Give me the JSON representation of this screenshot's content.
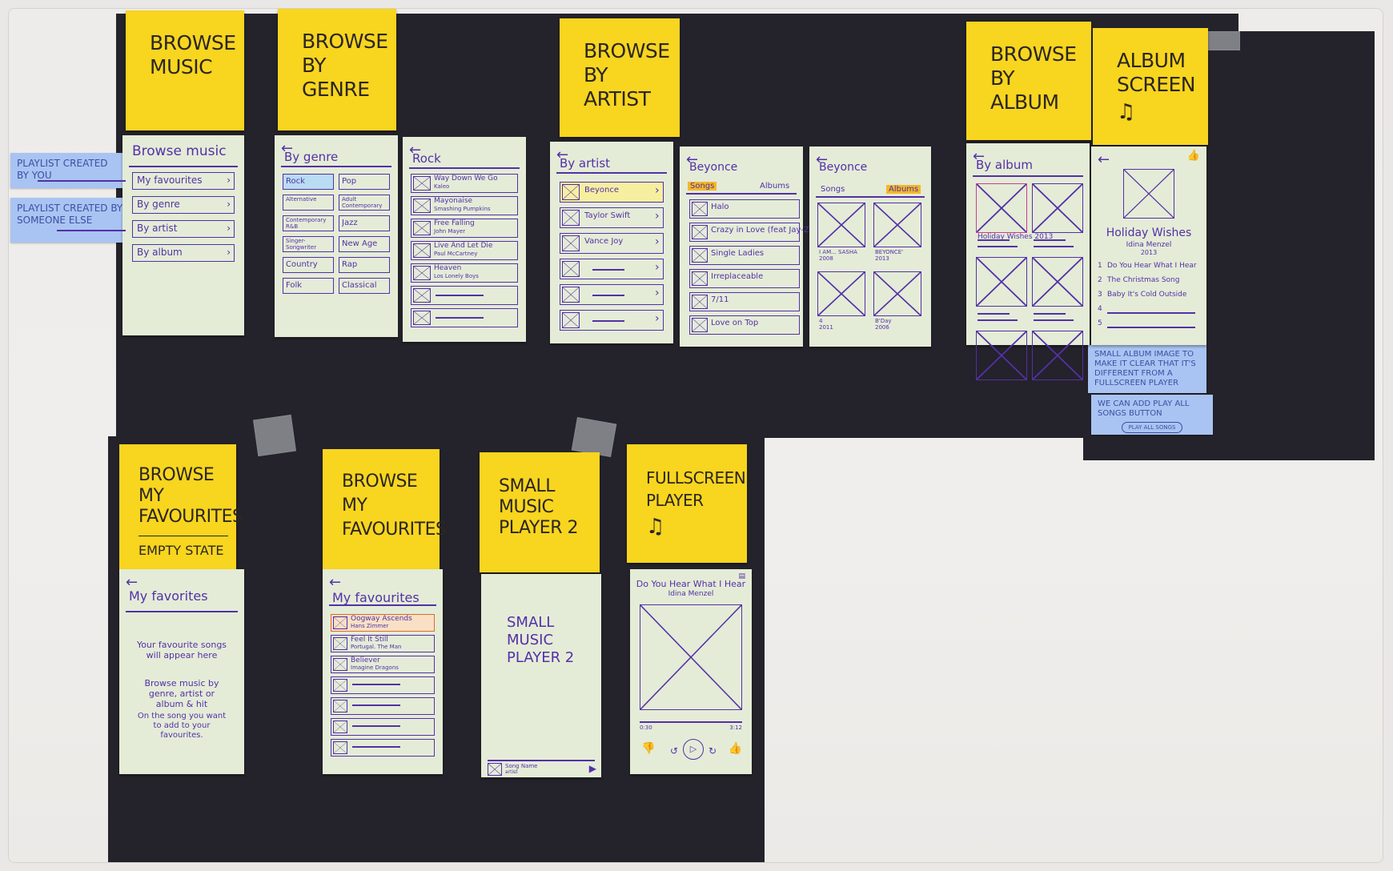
{
  "colors": {
    "sticky": "#f8d51f",
    "card": "#e4ecd7",
    "ink": "#5430a8",
    "board": "#24222a",
    "note": "#a9c4f2"
  },
  "stickies": {
    "browse_music": "BROWSE MUSIC",
    "browse_genre": "BROWSE BY GENRE",
    "browse_artist": "BROWSE BY ARTIST",
    "browse_album": "BROWSE BY ALBUM",
    "album_screen": "ALBUM SCREEN",
    "browse_fav_empty": "BROWSE MY FAVOURITES",
    "browse_fav_empty_sub": "EMPTY STATE",
    "browse_fav": "BROWSE MY FAVOURITES",
    "small_player": "SMALL MUSIC PLAYER 2",
    "fullscreen_player": "FULLSCREEN PLAYER"
  },
  "notes": {
    "playlist_you": "PLAYLIST CREATED BY YOU",
    "playlist_else": "PLAYLIST CREATED BY SOMEONE ELSE",
    "small_album": "SMALL ALBUM IMAGE TO MAKE IT CLEAR THAT IT'S DIFFERENT FROM A FULLSCREEN PLAYER",
    "play_all": "WE CAN ADD PLAY ALL SONGS BUTTON",
    "play_all_btn": "PLAY ALL SONGS"
  },
  "browse_music": {
    "title": "Browse music",
    "items": [
      "My favourites",
      "By genre",
      "By artist",
      "By album"
    ]
  },
  "genre": {
    "title": "By genre",
    "items": [
      "Rock",
      "Pop",
      "Alternative",
      "Adult Contemporary",
      "Contemporary R&B",
      "Jazz",
      "Singer-Songwriter",
      "New Age",
      "Country",
      "Rap",
      "Folk",
      "Classical"
    ]
  },
  "rock": {
    "title": "Rock",
    "songs": [
      {
        "t": "Way Down We Go",
        "a": "Kaleo"
      },
      {
        "t": "Mayonaise",
        "a": "Smashing Pumpkins"
      },
      {
        "t": "Free Falling",
        "a": "John Mayer"
      },
      {
        "t": "Live And Let Die",
        "a": "Paul McCartney"
      },
      {
        "t": "Heaven",
        "a": "Los Lonely Boys"
      }
    ]
  },
  "artist": {
    "title": "By artist",
    "items": [
      "Beyonce",
      "Taylor Swift",
      "Vance Joy"
    ]
  },
  "beyonce_songs": {
    "title": "Beyonce",
    "tab1": "Songs",
    "tab2": "Albums",
    "songs": [
      "Halo",
      "Crazy in Love (feat Jay-Z)",
      "Single Ladies",
      "Irreplaceable",
      "7/11",
      "Love on Top"
    ]
  },
  "beyonce_albums": {
    "title": "Beyonce",
    "tab1": "Songs",
    "tab2": "Albums",
    "albums": [
      "I AM... SASHA",
      "2008",
      "BEYONCE'",
      "2013",
      "4",
      "2011",
      "B'Day",
      "2006"
    ]
  },
  "album": {
    "title": "By album",
    "first": "Holiday Wishes",
    "year": "2013"
  },
  "album_screen": {
    "title": "Holiday Wishes",
    "artist": "Idina Menzel",
    "year": "2013",
    "tracks": [
      "Do You Hear What I Hear",
      "The Christmas Song",
      "Baby It's Cold Outside"
    ],
    "nums": [
      "1",
      "2",
      "3",
      "4",
      "5"
    ]
  },
  "fav_empty": {
    "title": "My favorites",
    "msg1": "Your favourite songs will appear here",
    "msg2": "Browse music by genre, artist or album & hit",
    "msg3": "On the song you want to add to your favourites."
  },
  "fav": {
    "title": "My favourites",
    "songs": [
      {
        "t": "Oogway Ascends",
        "a": "Hans Zimmer"
      },
      {
        "t": "Feel It Still",
        "a": "Portugal. The Man"
      },
      {
        "t": "Believer",
        "a": "Imagine Dragons"
      }
    ]
  },
  "small_player_card": {
    "text": "SMALL MUSIC PLAYER 2",
    "song": "Song Name",
    "artist": "artist"
  },
  "player": {
    "song": "Do You Hear What I Hear",
    "artist": "Idina Menzel",
    "t0": "0:30",
    "t1": "3:12"
  }
}
